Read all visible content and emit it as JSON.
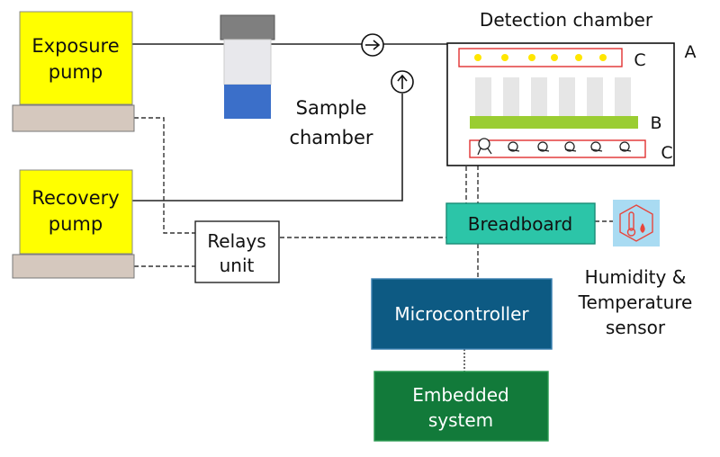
{
  "labels": {
    "exposure_pump": [
      "Exposure",
      "pump"
    ],
    "recovery_pump": [
      "Recovery",
      "pump"
    ],
    "sample_chamber": [
      "Sample",
      "chamber"
    ],
    "detection_chamber": "Detection chamber",
    "relays_unit": [
      "Relays",
      "unit"
    ],
    "breadboard": "Breadboard",
    "microcontroller": "Microcontroller",
    "embedded_system": [
      "Embedded",
      "system"
    ],
    "humidity_sensor": [
      "Humidity &",
      "Temperature",
      "sensor"
    ],
    "marker_a": "A",
    "marker_b": "B",
    "marker_c_top": "C",
    "marker_c_bottom": "C"
  },
  "colors": {
    "pump_body": "#ffff00",
    "pump_base": "#d5c8be",
    "breadboard": "#2cc5a8",
    "microcontroller": "#0d5a83",
    "embedded_system": "#127a3a",
    "sample_fill": "#3b6fc9",
    "sample_cap": "#7f7f7f",
    "sensor_strip": "#9acd32",
    "led_yellow": "#ffe600",
    "frame_red": "#e03030",
    "sensor_icon_bg": "#a9dbf2",
    "sensor_icon_red": "#e8453c"
  },
  "icons": {
    "flow_valve_horizontal": "arrow-right-circle-icon",
    "flow_valve_vertical": "arrow-up-circle-icon",
    "humidity_temperature": "thermometer-droplet-icon"
  }
}
